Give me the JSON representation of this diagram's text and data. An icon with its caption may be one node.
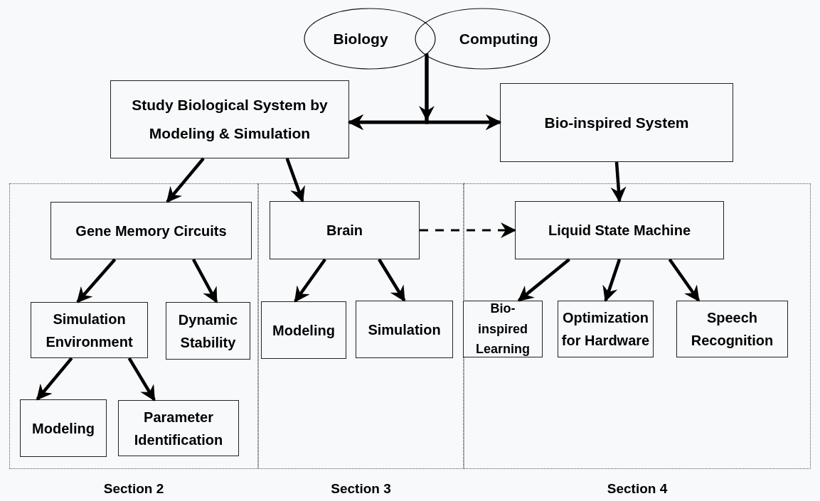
{
  "diagram": {
    "nodes": [
      {
        "text": [
          "Biology"
        ]
      },
      {
        "text": [
          "Computing"
        ]
      },
      {
        "text": [
          "Study Biological System by Modeling & Simulation"
        ]
      },
      {
        "text": [
          "Bio-inspired System"
        ]
      },
      {
        "text": [
          "Section 2"
        ]
      },
      {
        "text": [
          "Section 3"
        ]
      },
      {
        "text": [
          "Section 4"
        ]
      },
      {
        "text": [
          "Gene Memory Circuits"
        ],
        "in": 4
      },
      {
        "text": [
          "Simulation Environment"
        ],
        "in": 4
      },
      {
        "text": [
          "Dynamic Stability"
        ],
        "in": 4
      },
      {
        "text": [
          "Modeling"
        ],
        "in": 4
      },
      {
        "text": [
          "Parameter Identification"
        ],
        "in": 4
      },
      {
        "text": [
          "Brain"
        ],
        "in": 5
      },
      {
        "text": [
          "Modeling"
        ],
        "in": 5
      },
      {
        "text": [
          "Simulation"
        ],
        "in": 5
      },
      {
        "text": [
          "Liquid State Machine"
        ],
        "in": 6
      },
      {
        "text": [
          "Bio-inspired Learning"
        ],
        "in": 6
      },
      {
        "text": [
          "Optimization for Hardware"
        ],
        "in": 6
      },
      {
        "text": [
          "Speech Recognition"
        ],
        "in": 6
      }
    ],
    "edges": [
      {
        "from": 0,
        "to": 2,
        "arrow": "to"
      },
      {
        "from": 1,
        "to": 2,
        "arrow": "to"
      },
      {
        "from": 0,
        "to": 3,
        "arrow": "to"
      },
      {
        "from": 1,
        "to": 3,
        "arrow": "to"
      },
      {
        "from": 2,
        "to": 7,
        "arrow": "to"
      },
      {
        "from": 2,
        "to": 12,
        "arrow": "to"
      },
      {
        "from": 3,
        "to": 15,
        "arrow": "to"
      },
      {
        "from": 12,
        "to": 15,
        "arrow": "to",
        "style": "dashed"
      },
      {
        "from": 7,
        "to": 8,
        "arrow": "to"
      },
      {
        "from": 7,
        "to": 9,
        "arrow": "to"
      },
      {
        "from": 8,
        "to": 10,
        "arrow": "to"
      },
      {
        "from": 8,
        "to": 11,
        "arrow": "to"
      },
      {
        "from": 12,
        "to": 13,
        "arrow": "to"
      },
      {
        "from": 12,
        "to": 14,
        "arrow": "to"
      },
      {
        "from": 15,
        "to": 16,
        "arrow": "to"
      },
      {
        "from": 15,
        "to": 17,
        "arrow": "to"
      },
      {
        "from": 15,
        "to": 18,
        "arrow": "to"
      }
    ]
  }
}
